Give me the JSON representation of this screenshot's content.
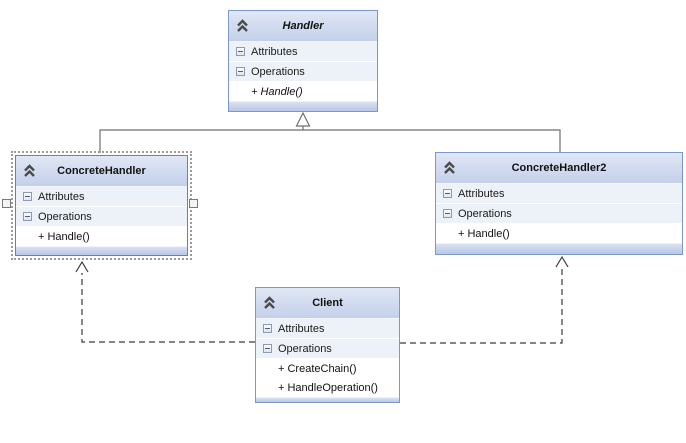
{
  "diagram_type": "uml-class-diagram",
  "classes": [
    {
      "name": "Handler",
      "abstract": true,
      "selected": false,
      "attributes_label": "Attributes",
      "operations_label": "Operations",
      "members": [
        "+ Handle()"
      ]
    },
    {
      "name": "ConcreteHandler",
      "abstract": false,
      "selected": true,
      "attributes_label": "Attributes",
      "operations_label": "Operations",
      "members": [
        "+ Handle()"
      ]
    },
    {
      "name": "ConcreteHandler2",
      "abstract": false,
      "selected": false,
      "attributes_label": "Attributes",
      "operations_label": "Operations",
      "members": [
        "+ Handle()"
      ]
    },
    {
      "name": "Client",
      "abstract": false,
      "selected": false,
      "attributes_label": "Attributes",
      "operations_label": "Operations",
      "members": [
        "+ CreateChain()",
        "+ HandleOperation()"
      ]
    }
  ],
  "relationships": [
    {
      "type": "inheritance",
      "from": "ConcreteHandler",
      "to": "Handler",
      "style": "solid-hollow-triangle"
    },
    {
      "type": "inheritance",
      "from": "ConcreteHandler2",
      "to": "Handler",
      "style": "solid-hollow-triangle"
    },
    {
      "type": "association",
      "from": "Client",
      "to": "ConcreteHandler",
      "style": "dashed-open-arrow"
    },
    {
      "type": "association",
      "from": "Client",
      "to": "ConcreteHandler2",
      "style": "dashed-open-arrow"
    }
  ],
  "icons": {
    "header_toggle": "chevron-double-up",
    "section_toggle": "minus-box"
  },
  "colors": {
    "header_top": "#e0e7f5",
    "header_bottom": "#c4d0ea",
    "section_row": "#edf1f8",
    "footer_top": "#d9e1f1",
    "footer_bottom": "#b9c7e6",
    "box_border": "#7b98c8",
    "selected_border": "#5b85bb",
    "selection_dotted": "#9b9b9b",
    "connector": "#6f6f6f",
    "dashed_connector": "#3a3a3a",
    "text": "#111111"
  }
}
